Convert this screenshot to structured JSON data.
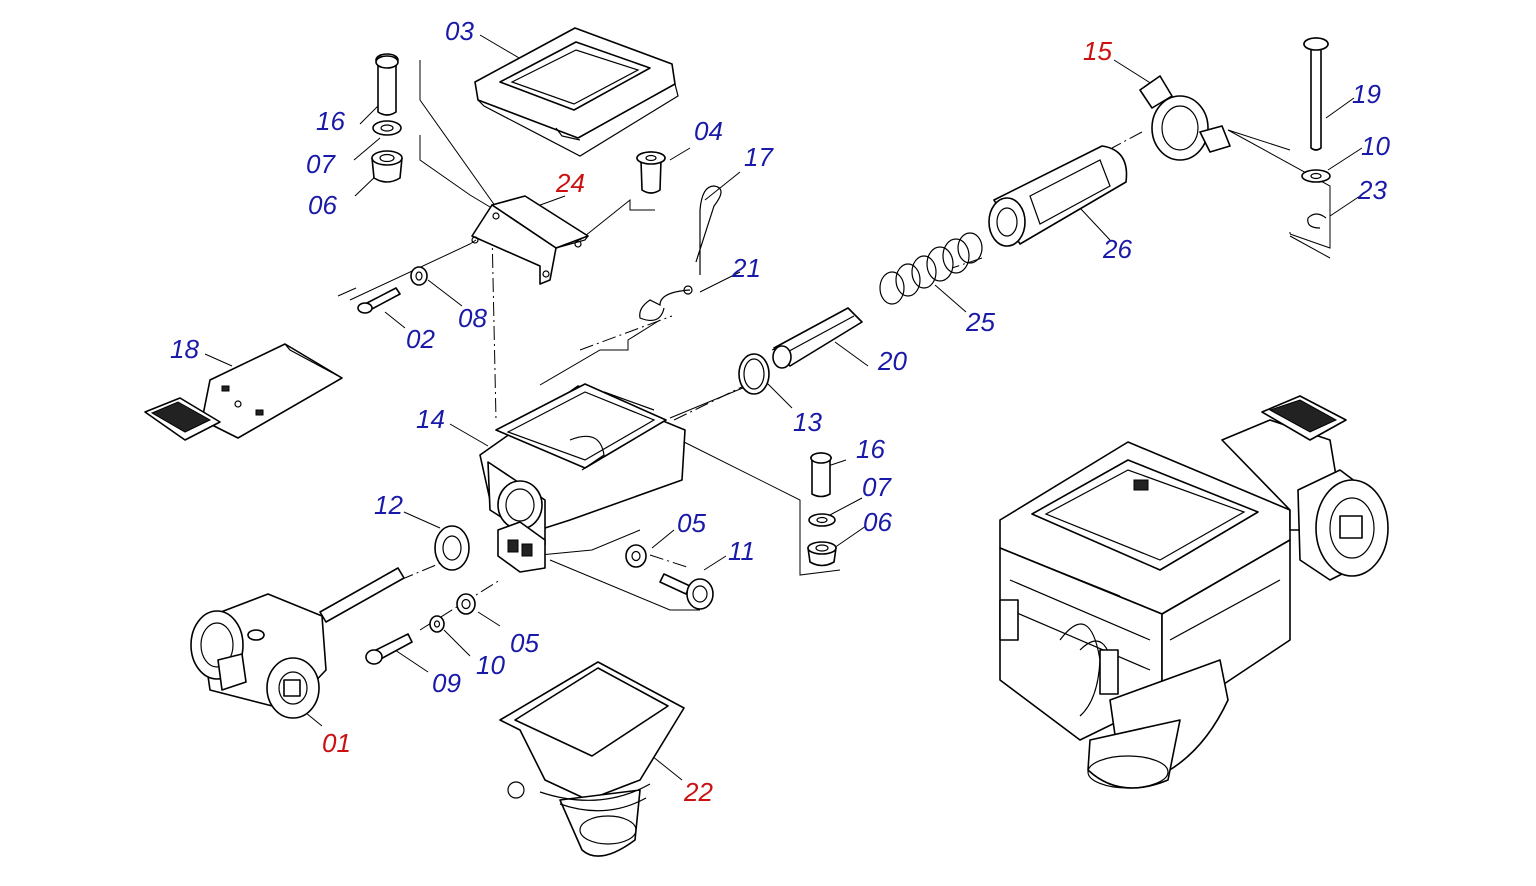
{
  "colors": {
    "standard": "#1a1aa8",
    "highlight": "#cc1010",
    "ink": "#000000"
  },
  "parts": [
    {
      "id": "01",
      "highlight": true
    },
    {
      "id": "02",
      "highlight": false
    },
    {
      "id": "03",
      "highlight": false
    },
    {
      "id": "04",
      "highlight": false
    },
    {
      "id": "05",
      "highlight": false
    },
    {
      "id": "05",
      "highlight": false
    },
    {
      "id": "06",
      "highlight": false
    },
    {
      "id": "06",
      "highlight": false
    },
    {
      "id": "07",
      "highlight": false
    },
    {
      "id": "07",
      "highlight": false
    },
    {
      "id": "08",
      "highlight": false
    },
    {
      "id": "09",
      "highlight": false
    },
    {
      "id": "10",
      "highlight": false
    },
    {
      "id": "10",
      "highlight": false
    },
    {
      "id": "11",
      "highlight": false
    },
    {
      "id": "12",
      "highlight": false
    },
    {
      "id": "13",
      "highlight": false
    },
    {
      "id": "14",
      "highlight": false
    },
    {
      "id": "15",
      "highlight": true
    },
    {
      "id": "16",
      "highlight": false
    },
    {
      "id": "16",
      "highlight": false
    },
    {
      "id": "17",
      "highlight": false
    },
    {
      "id": "18",
      "highlight": false
    },
    {
      "id": "19",
      "highlight": false
    },
    {
      "id": "20",
      "highlight": false
    },
    {
      "id": "21",
      "highlight": false
    },
    {
      "id": "22",
      "highlight": true
    },
    {
      "id": "23",
      "highlight": false
    },
    {
      "id": "24",
      "highlight": true
    },
    {
      "id": "25",
      "highlight": false
    },
    {
      "id": "26",
      "highlight": false
    }
  ]
}
